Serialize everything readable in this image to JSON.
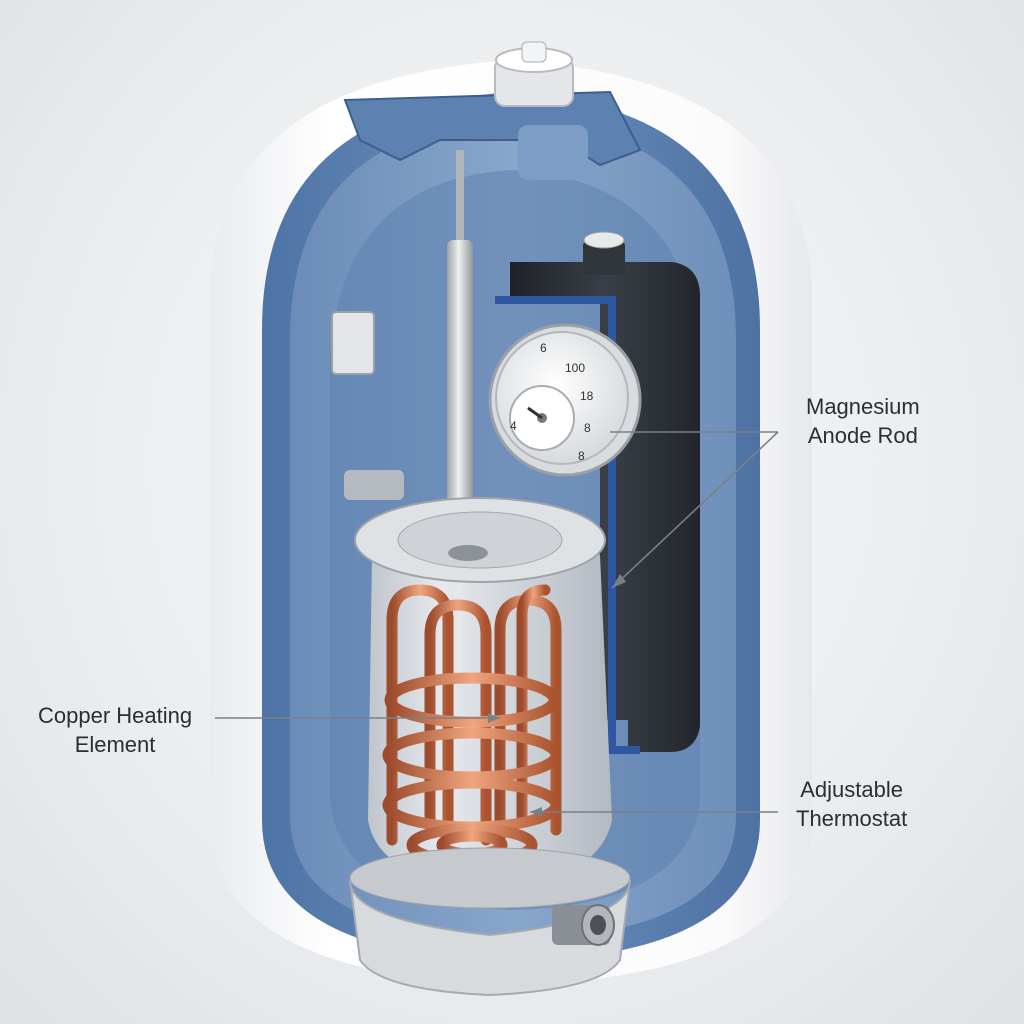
{
  "labels": {
    "anode_line1": "Magnesium",
    "anode_line2": "Anode Rod",
    "copper_line1": "Copper Heating",
    "copper_line2": "Element",
    "thermostat_line1": "Adjustable",
    "thermostat_line2": "Thermostat"
  },
  "dial": {
    "marks": [
      "6",
      "100",
      "18",
      "8",
      "8",
      "4"
    ]
  },
  "colors": {
    "shell": "#f4f5f6",
    "tank_blue": "#5b80b0",
    "tank_blue_dark": "#3f6496",
    "copper": "#c8714a",
    "metal": "#c9ccd0",
    "housing": "#2b2f36",
    "leader_line": "#7a8088"
  }
}
